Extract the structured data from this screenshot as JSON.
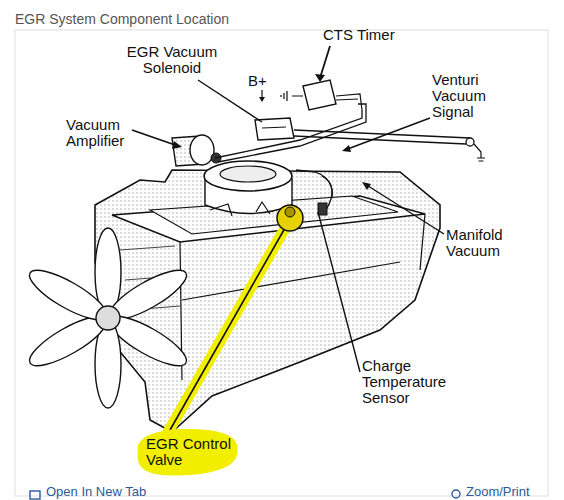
{
  "diagram": {
    "title": "EGR System Component Location",
    "nodes": [
      {
        "text": [
          "EGR Control Valve"
        ]
      }
    ],
    "labels": [
      "EGR Vacuum Solenoid",
      "CTS Timer",
      "B+",
      "Venturi Vacuum Signal",
      "Vacuum Amplifier",
      "Manifold Vacuum",
      "Charge Temperature Sensor",
      "Open In New Tab",
      "Zoom/Print"
    ]
  }
}
